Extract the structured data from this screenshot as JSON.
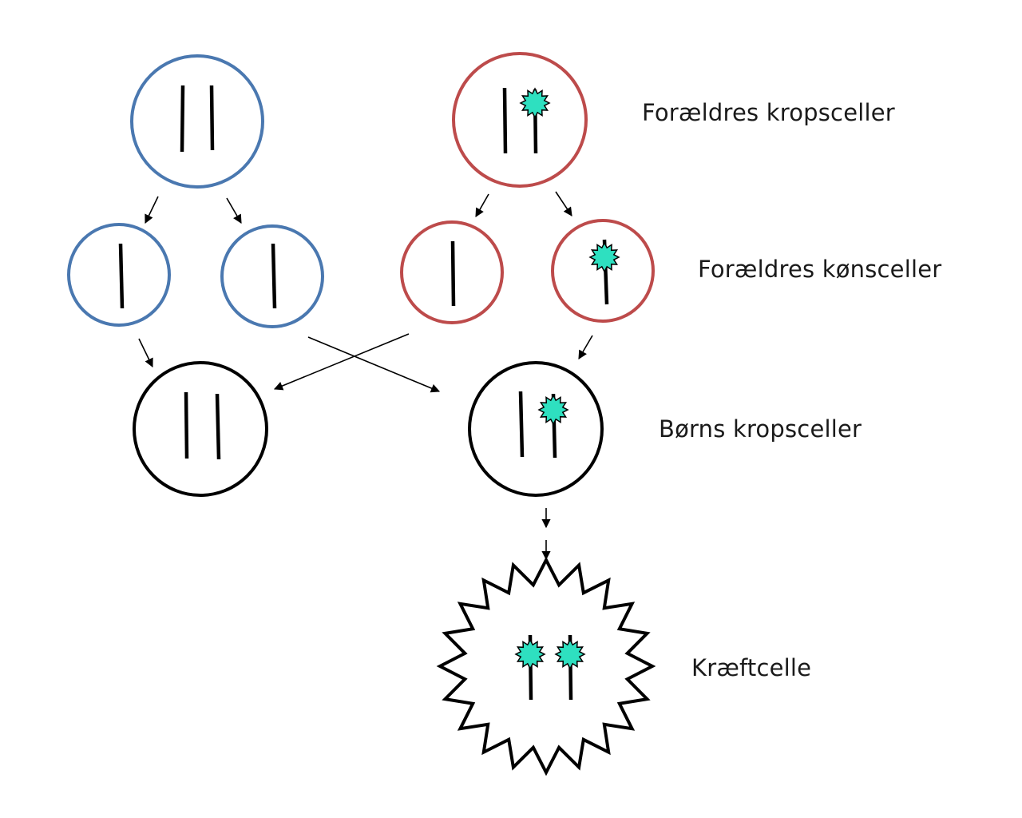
{
  "labels": {
    "parent_body_cells": "Forældres kropsceller",
    "parent_sex_cells": "Forældres kønsceller",
    "child_body_cells": "Børns kropsceller",
    "cancer_cell": "Kræftcelle"
  },
  "colors": {
    "parent_a": "#4a78b0",
    "parent_b": "#bd4b4b",
    "child": "#000000",
    "mutation": "#2ee0c0",
    "chromosome": "#000000"
  }
}
